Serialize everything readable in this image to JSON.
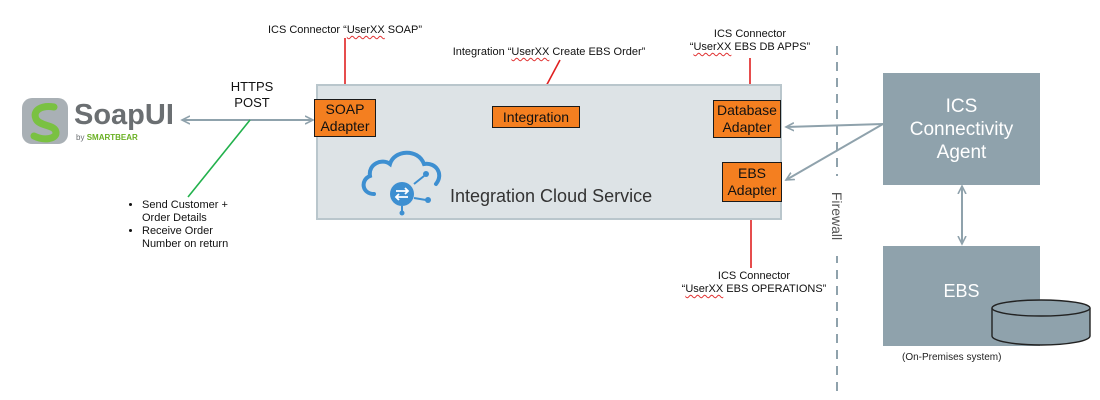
{
  "soapui": {
    "logo_text": "SoapUI",
    "by_text": "by",
    "smartbear_text": "SMARTBEAR"
  },
  "https_post": {
    "line1": "HTTPS",
    "line2": "POST"
  },
  "notes": {
    "bullets": [
      "Send Customer + Order Details",
      "Receive Order Number on return"
    ]
  },
  "cloud": {
    "title": "Integration Cloud Service"
  },
  "adapters": {
    "soap": "SOAP Adapter",
    "integration": "Integration",
    "database": "Database Adapter",
    "ebs": "EBS Adapter"
  },
  "callouts": {
    "soap_connector": {
      "prefix": "ICS Connector “",
      "name": "UserXX",
      "suffix": " SOAP”"
    },
    "integration": {
      "prefix": "Integration “",
      "name": "UserXX",
      "suffix": " Create EBS Order”"
    },
    "db_connector": {
      "line1": "ICS Connector",
      "prefix": "“",
      "name": "UserXX",
      "suffix": " EBS DB APPS”"
    },
    "ebs_connector": {
      "line1": "ICS Connector",
      "prefix": "“",
      "name": "UserXX",
      "suffix": " EBS OPERATIONS”"
    }
  },
  "firewall": {
    "label": "Firewall"
  },
  "agent": {
    "label": "ICS Connectivity Agent"
  },
  "ebs": {
    "label": "EBS",
    "caption": "(On-Premises system)"
  },
  "colors": {
    "adapter_fill": "#f47f20",
    "cloud_fill": "#dde3e6",
    "onprem_fill": "#8fa2ac",
    "callout_line": "#e02020",
    "note_line": "#22b14c",
    "arrow": "#8fa2ac",
    "cloud_icon": "#3d8fd1"
  }
}
